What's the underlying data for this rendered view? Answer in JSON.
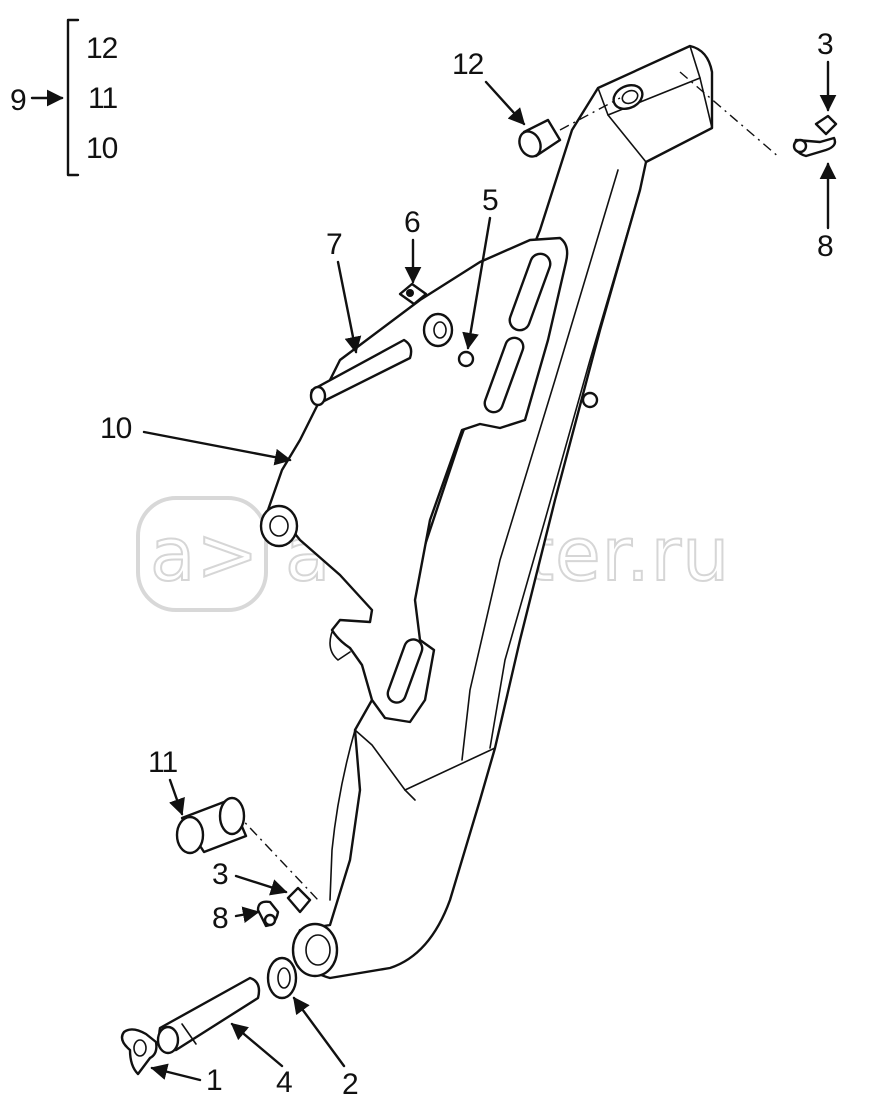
{
  "diagram": {
    "group": {
      "label": "9",
      "items": [
        "12",
        "11",
        "10"
      ]
    },
    "callouts": {
      "p1": "1",
      "p2": "2",
      "p3_top": "3",
      "p3_bottom": "3",
      "p4": "4",
      "p5": "5",
      "p6": "6",
      "p7": "7",
      "p8_top": "8",
      "p8_bottom": "8",
      "p10": "10",
      "p11": "11",
      "p12": "12"
    },
    "watermark": {
      "text": "autopiter.ru",
      "logo_glyph": "a>"
    }
  }
}
